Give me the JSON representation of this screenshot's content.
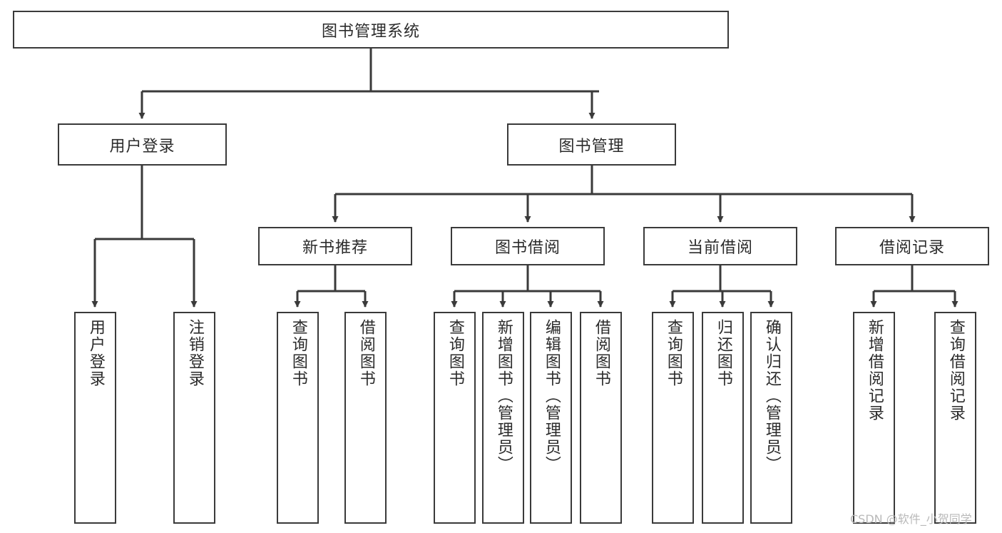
{
  "diagram": {
    "title_node": {
      "label": "图书管理系统"
    },
    "level2": [
      {
        "label": "用户登录"
      },
      {
        "label": "图书管理"
      }
    ],
    "level3": [
      {
        "label": "新书推荐"
      },
      {
        "label": "图书借阅"
      },
      {
        "label": "当前借阅"
      },
      {
        "label": "借阅记录"
      }
    ],
    "leaves": [
      {
        "label": "用户登录",
        "parent": "用户登录"
      },
      {
        "label": "注销登录",
        "parent": "用户登录"
      },
      {
        "label": "查询图书",
        "parent": "新书推荐"
      },
      {
        "label": "借阅图书",
        "parent": "新书推荐"
      },
      {
        "label": "查询图书",
        "parent": "图书借阅"
      },
      {
        "label": "新增图书（管理员）",
        "parent": "图书借阅"
      },
      {
        "label": "编辑图书（管理员）",
        "parent": "图书借阅"
      },
      {
        "label": "借阅图书",
        "parent": "图书借阅"
      },
      {
        "label": "查询图书",
        "parent": "当前借阅"
      },
      {
        "label": "归还图书",
        "parent": "当前借阅"
      },
      {
        "label": "确认归还（管理员）",
        "parent": "当前借阅"
      },
      {
        "label": "新增借阅记录",
        "parent": "借阅记录"
      },
      {
        "label": "查询借阅记录",
        "parent": "借阅记录"
      }
    ],
    "watermark": "CSDN @软件_小贺同学",
    "colors": {
      "stroke": "#3a3a3a",
      "box_fill": "#ffffff",
      "text": "#2b2b2b",
      "watermark": "#b9b9b9"
    }
  }
}
